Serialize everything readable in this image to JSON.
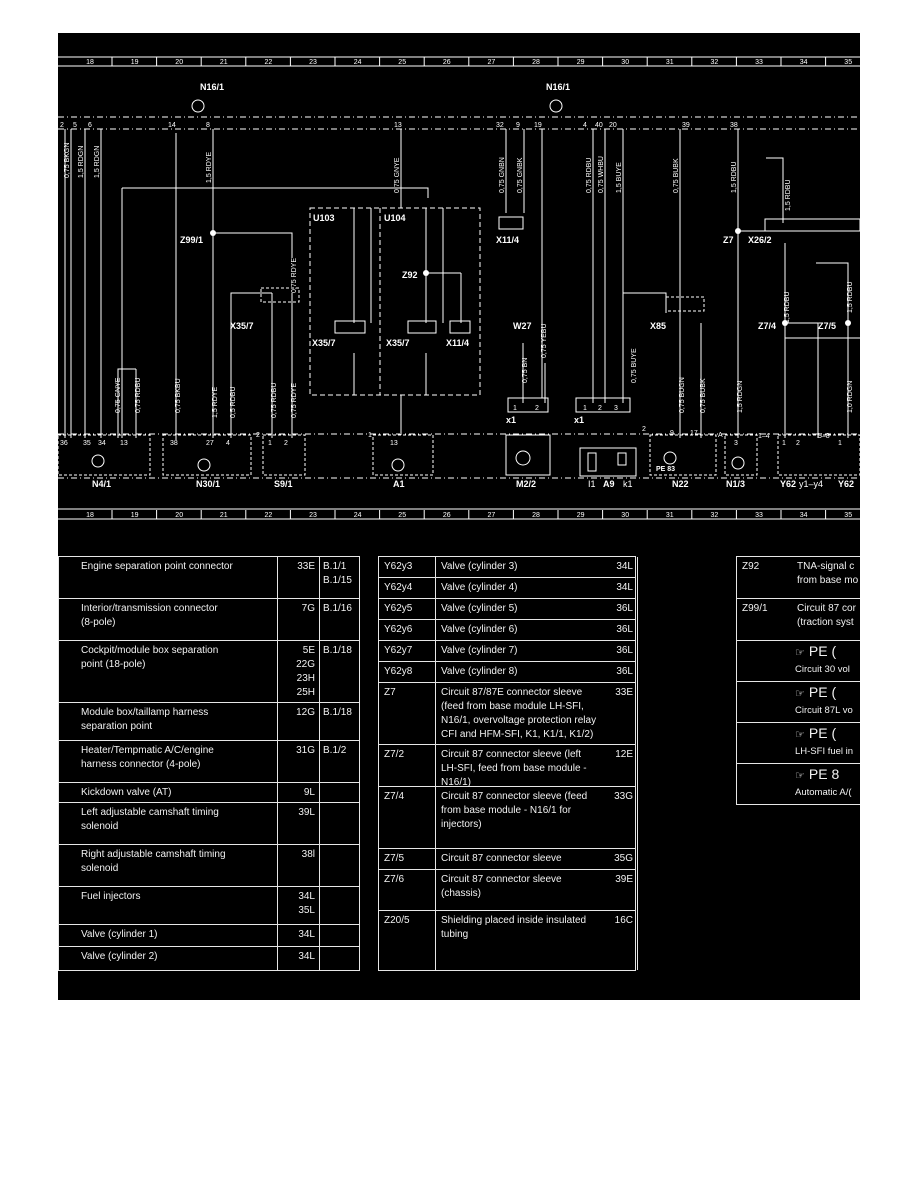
{
  "grid": {
    "columns": [
      "18",
      "19",
      "20",
      "21",
      "22",
      "23",
      "24",
      "25",
      "26",
      "27",
      "28",
      "29",
      "30",
      "31",
      "32",
      "33",
      "34",
      "35"
    ]
  },
  "diagram": {
    "module_labels": [
      "N16/1",
      "N16/1"
    ],
    "pin_labels": {
      "top_left": [
        "2",
        "5",
        "6",
        "14",
        "8",
        "13"
      ],
      "top_mid": [
        "32",
        "9",
        "19"
      ],
      "top_right": [
        "4",
        "40",
        "20",
        "39",
        "38"
      ]
    },
    "wire_labels": [
      "0,75 BKGN",
      "1,5 RDGN",
      "1,5 RDGN",
      "1,5 RDYE",
      "0,75 GNYE",
      "0,75 GNBN",
      "0,75 GNBK",
      "0,75 RDBU",
      "0,75 WHBU",
      "1,5 BUYE",
      "0,75 BUBK",
      "1,5 RDBU",
      "1,5 RDBU",
      "0,75 GNYE",
      "0,75 RDBU",
      "0,75 BKBU",
      "1,5 RDYE",
      "0,5 RDBU",
      "0,75 RDBU",
      "0,75 RDYE",
      "0,75 RDYE",
      "0,75 YEBU",
      "0,75 BN",
      "0,75 BUYE",
      "0,75 BUGN",
      "0,75 BUBK",
      "1,5 RDBU",
      "1,5 RDBU",
      "1,5 RDGN",
      "1,0 RDGN"
    ],
    "component_labels": [
      "X11/4",
      "Z7",
      "X26/2",
      "Z99/1",
      "U103",
      "U104",
      "Z92",
      "X35/7",
      "X35/7",
      "X11/4",
      "W27",
      "X85",
      "Z7/4",
      "Z7/5",
      "x1",
      "x1"
    ],
    "bottom_components": [
      "N4/1",
      "N30/1",
      "S9/1",
      "A1",
      "M2/2",
      "I1",
      "A9",
      "k1",
      "N22",
      "N1/3",
      "Y62",
      "y1–y4",
      "Y62"
    ],
    "connector_pins": {
      "n4": [
        "36",
        "35",
        "34",
        "13"
      ],
      "n30": [
        "38",
        "27",
        "4"
      ],
      "s9": [
        "1",
        "2"
      ],
      "a1": [
        "13"
      ],
      "m2": [
        "1",
        "2"
      ],
      "a9": [
        "1",
        "2",
        "3"
      ],
      "n22": [
        "9",
        "17"
      ],
      "n13": [
        "3"
      ],
      "y62": [
        "1",
        "2",
        "5–8",
        "1",
        "1–4"
      ]
    },
    "small_texts": [
      "PE 83",
      "2",
      "1",
      "2",
      "A"
    ]
  },
  "legend": {
    "left": [
      {
        "label": "Engine separation point connector",
        "coord": "33E",
        "ref": "B.1/1\nB.1/15"
      },
      {
        "label": "Interior/transmission connector\n(8-pole)",
        "coord": "7G",
        "ref": "B.1/16"
      },
      {
        "label": "Cockpit/module box separation\npoint (18-pole)",
        "coord": "5E\n22G\n23H\n25H",
        "ref": "B.1/18"
      },
      {
        "label": "Module box/taillamp harness\nseparation point",
        "coord": "12G",
        "ref": "B.1/18"
      },
      {
        "label": "Heater/Tempmatic A/C/engine\nharness connector (4-pole)",
        "coord": "31G",
        "ref": "B.1/2"
      },
      {
        "label": "Kickdown valve (AT)",
        "coord": "9L",
        "ref": ""
      },
      {
        "label": "Left adjustable camshaft timing\nsolenoid",
        "coord": "39L",
        "ref": ""
      },
      {
        "label": "Right adjustable camshaft timing\nsolenoid",
        "coord": "38l",
        "ref": ""
      },
      {
        "label": "Fuel injectors",
        "coord": "34L\n35L",
        "ref": ""
      },
      {
        "label": "Valve (cylinder 1)",
        "coord": "34L",
        "ref": ""
      },
      {
        "label": "Valve (cylinder 2)",
        "coord": "34L",
        "ref": ""
      }
    ],
    "middle": [
      {
        "code": "Y62y3",
        "label": "Valve (cylinder 3)",
        "coord": "34L"
      },
      {
        "code": "Y62y4",
        "label": "Valve (cylinder 4)",
        "coord": "34L"
      },
      {
        "code": "Y62y5",
        "label": "Valve (cylinder 5)",
        "coord": "36L"
      },
      {
        "code": "Y62y6",
        "label": "Valve (cylinder 6)",
        "coord": "36L"
      },
      {
        "code": "Y62y7",
        "label": "Valve (cylinder 7)",
        "coord": "36L"
      },
      {
        "code": "Y62y8",
        "label": "Valve (cylinder 8)",
        "coord": "36L"
      },
      {
        "code": "Z7",
        "label": "Circuit 87/87E connector sleeve\n(feed from base module LH-SFI,\nN16/1, overvoltage protection relay\nCFI and HFM-SFI, K1, K1/1, K1/2)",
        "coord": "33E"
      },
      {
        "code": "Z7/2",
        "label": "Circuit 87 connector sleeve (left\nLH-SFI, feed from base module -\nN16/1)",
        "coord": "12E"
      },
      {
        "code": "Z7/4",
        "label": "Circuit 87 connector sleeve (feed\nfrom base module - N16/1 for\ninjectors)",
        "coord": "33G"
      },
      {
        "code": "Z7/5",
        "label": "Circuit 87 connector sleeve",
        "coord": "35G"
      },
      {
        "code": "Z7/6",
        "label": "Circuit 87 connector sleeve\n(chassis)",
        "coord": "39E"
      },
      {
        "code": "Z20/5",
        "label": "Shielding placed inside insulated\ntubing",
        "coord": "16C"
      }
    ],
    "right": [
      {
        "code": "Z92",
        "label": "TNA-signal c\nfrom base mo"
      },
      {
        "code": "Z99/1",
        "label": "Circuit 87 cor\n(traction syst"
      }
    ],
    "pe_rows": [
      {
        "title": "PE (",
        "sub": "Circuit 30 vol"
      },
      {
        "title": "PE (",
        "sub": "Circuit 87L vo"
      },
      {
        "title": "PE (",
        "sub": "LH-SFI fuel in"
      },
      {
        "title": "PE 8",
        "sub": "Automatic A/("
      }
    ],
    "pe_symbol": "☞"
  }
}
